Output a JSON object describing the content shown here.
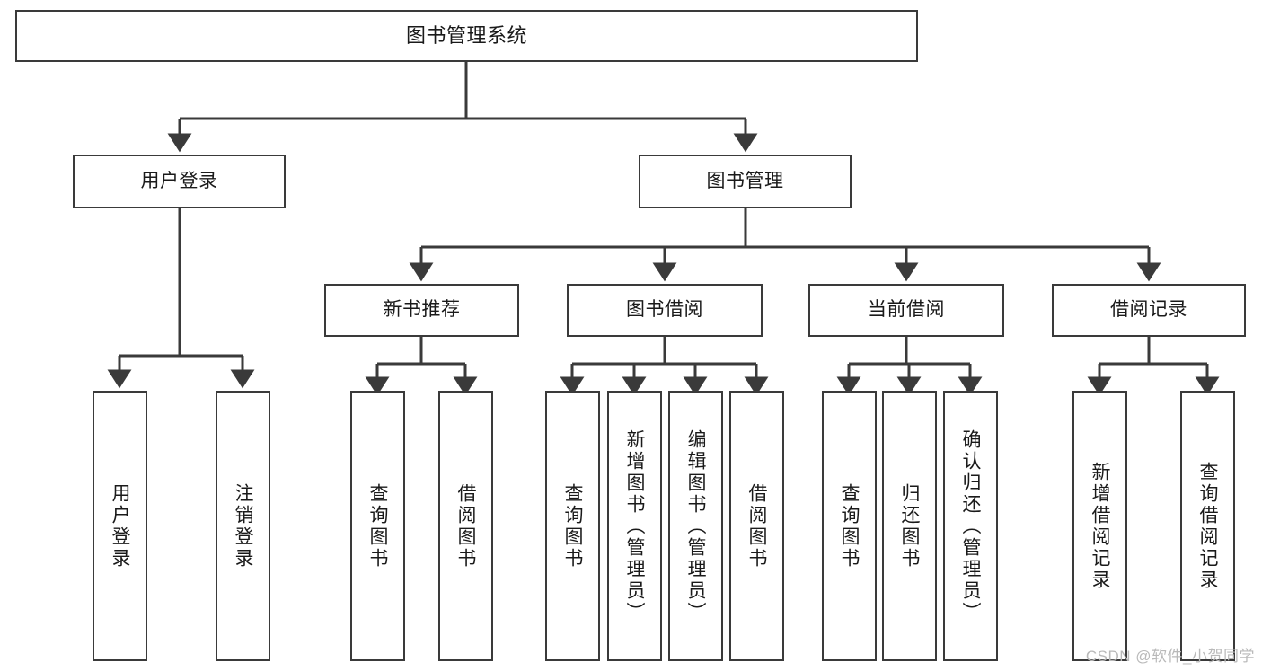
{
  "diagram": {
    "title": "图书管理系统",
    "type": "tree",
    "orientation": "top-down",
    "edge_style": "orthogonal-arrow",
    "colors": {
      "box_border": "#3a3a3a",
      "box_fill": "#ffffff",
      "edge": "#3a3a3a",
      "text": "#1a1a1a",
      "watermark": "#b9b9b9"
    }
  },
  "root": {
    "label": "图书管理系统"
  },
  "level1": [
    {
      "label": "用户登录"
    },
    {
      "label": "图书管理"
    }
  ],
  "level2": [
    {
      "label": "新书推荐"
    },
    {
      "label": "图书借阅"
    },
    {
      "label": "当前借阅"
    },
    {
      "label": "借阅记录"
    }
  ],
  "leaves": {
    "user_login": [
      {
        "label": "用户登录"
      },
      {
        "label": "注销登录"
      }
    ],
    "new_book_recommend": [
      {
        "label": "查询图书"
      },
      {
        "label": "借阅图书"
      }
    ],
    "book_borrow": [
      {
        "label": "查询图书"
      },
      {
        "label": "新增图书（管理员）"
      },
      {
        "label": "编辑图书（管理员）"
      },
      {
        "label": "借阅图书"
      }
    ],
    "current_borrow": [
      {
        "label": "查询图书"
      },
      {
        "label": "归还图书"
      },
      {
        "label": "确认归还（管理员）"
      }
    ],
    "borrow_record": [
      {
        "label": "新增借阅记录"
      },
      {
        "label": "查询借阅记录"
      }
    ]
  },
  "watermark": {
    "text": "CSDN @软件_小贺同学"
  }
}
